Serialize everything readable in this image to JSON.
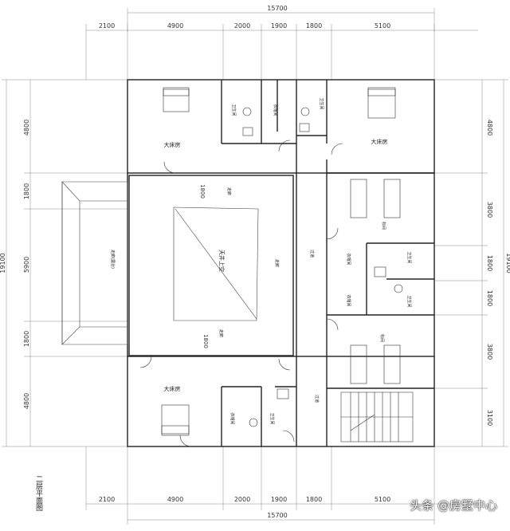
{
  "dimensions": {
    "total_width": "15700",
    "top_row": [
      "2100",
      "4900",
      "2000",
      "1900",
      "1800",
      "5100"
    ],
    "bottom_row": [
      "2100",
      "4900",
      "2000",
      "1900",
      "1800",
      "5100"
    ],
    "left_col": [
      "4800",
      "1800",
      "5900",
      "1800",
      "4800"
    ],
    "total_height": "19100",
    "right_col": [
      "4800",
      "3800",
      "1800",
      "1800",
      "3800",
      "3100"
    ]
  },
  "rooms": {
    "master_bedroom": "大床房",
    "bathroom": "卫生间",
    "closet": "衣帽间",
    "corridor": "走廊",
    "aisle": "过道",
    "bedroom": "标间",
    "skylight": "天井上空",
    "corridor_terrace": "走廊(露台)"
  },
  "plan_title": "二层平面图",
  "watermark": "头条 @房墅中心"
}
